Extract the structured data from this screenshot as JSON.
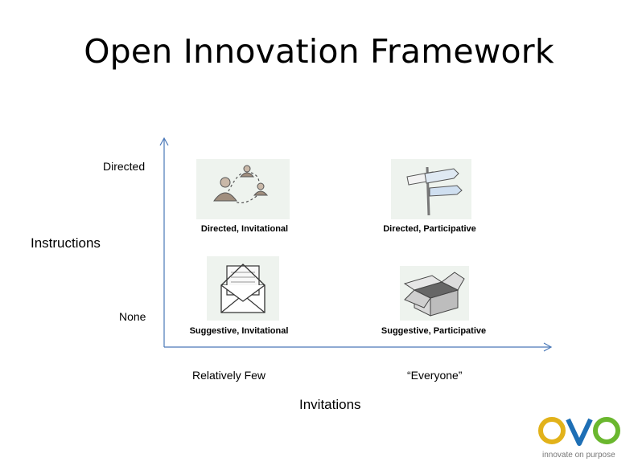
{
  "title": "Open Innovation Framework",
  "y_axis": {
    "title": "Instructions",
    "ticks": [
      "Directed",
      "None"
    ]
  },
  "x_axis": {
    "title": "Invitations",
    "ticks": [
      "Relatively Few",
      "“Everyone”"
    ]
  },
  "quadrants": [
    {
      "caption": "Directed, Invitational",
      "icon": "people-network-icon"
    },
    {
      "caption": "Directed, Participative",
      "icon": "signpost-icon"
    },
    {
      "caption": "Suggestive, Invitational",
      "icon": "envelope-letter-icon"
    },
    {
      "caption": "Suggestive, Participative",
      "icon": "open-box-icon"
    }
  ],
  "logo": {
    "text": "OVO",
    "tagline": "innovate on purpose",
    "colors": {
      "o_left": "#e2b21a",
      "v": "#1e6fb5",
      "o_right": "#6ab72e"
    }
  },
  "colors": {
    "axis": "#4a78b8"
  }
}
